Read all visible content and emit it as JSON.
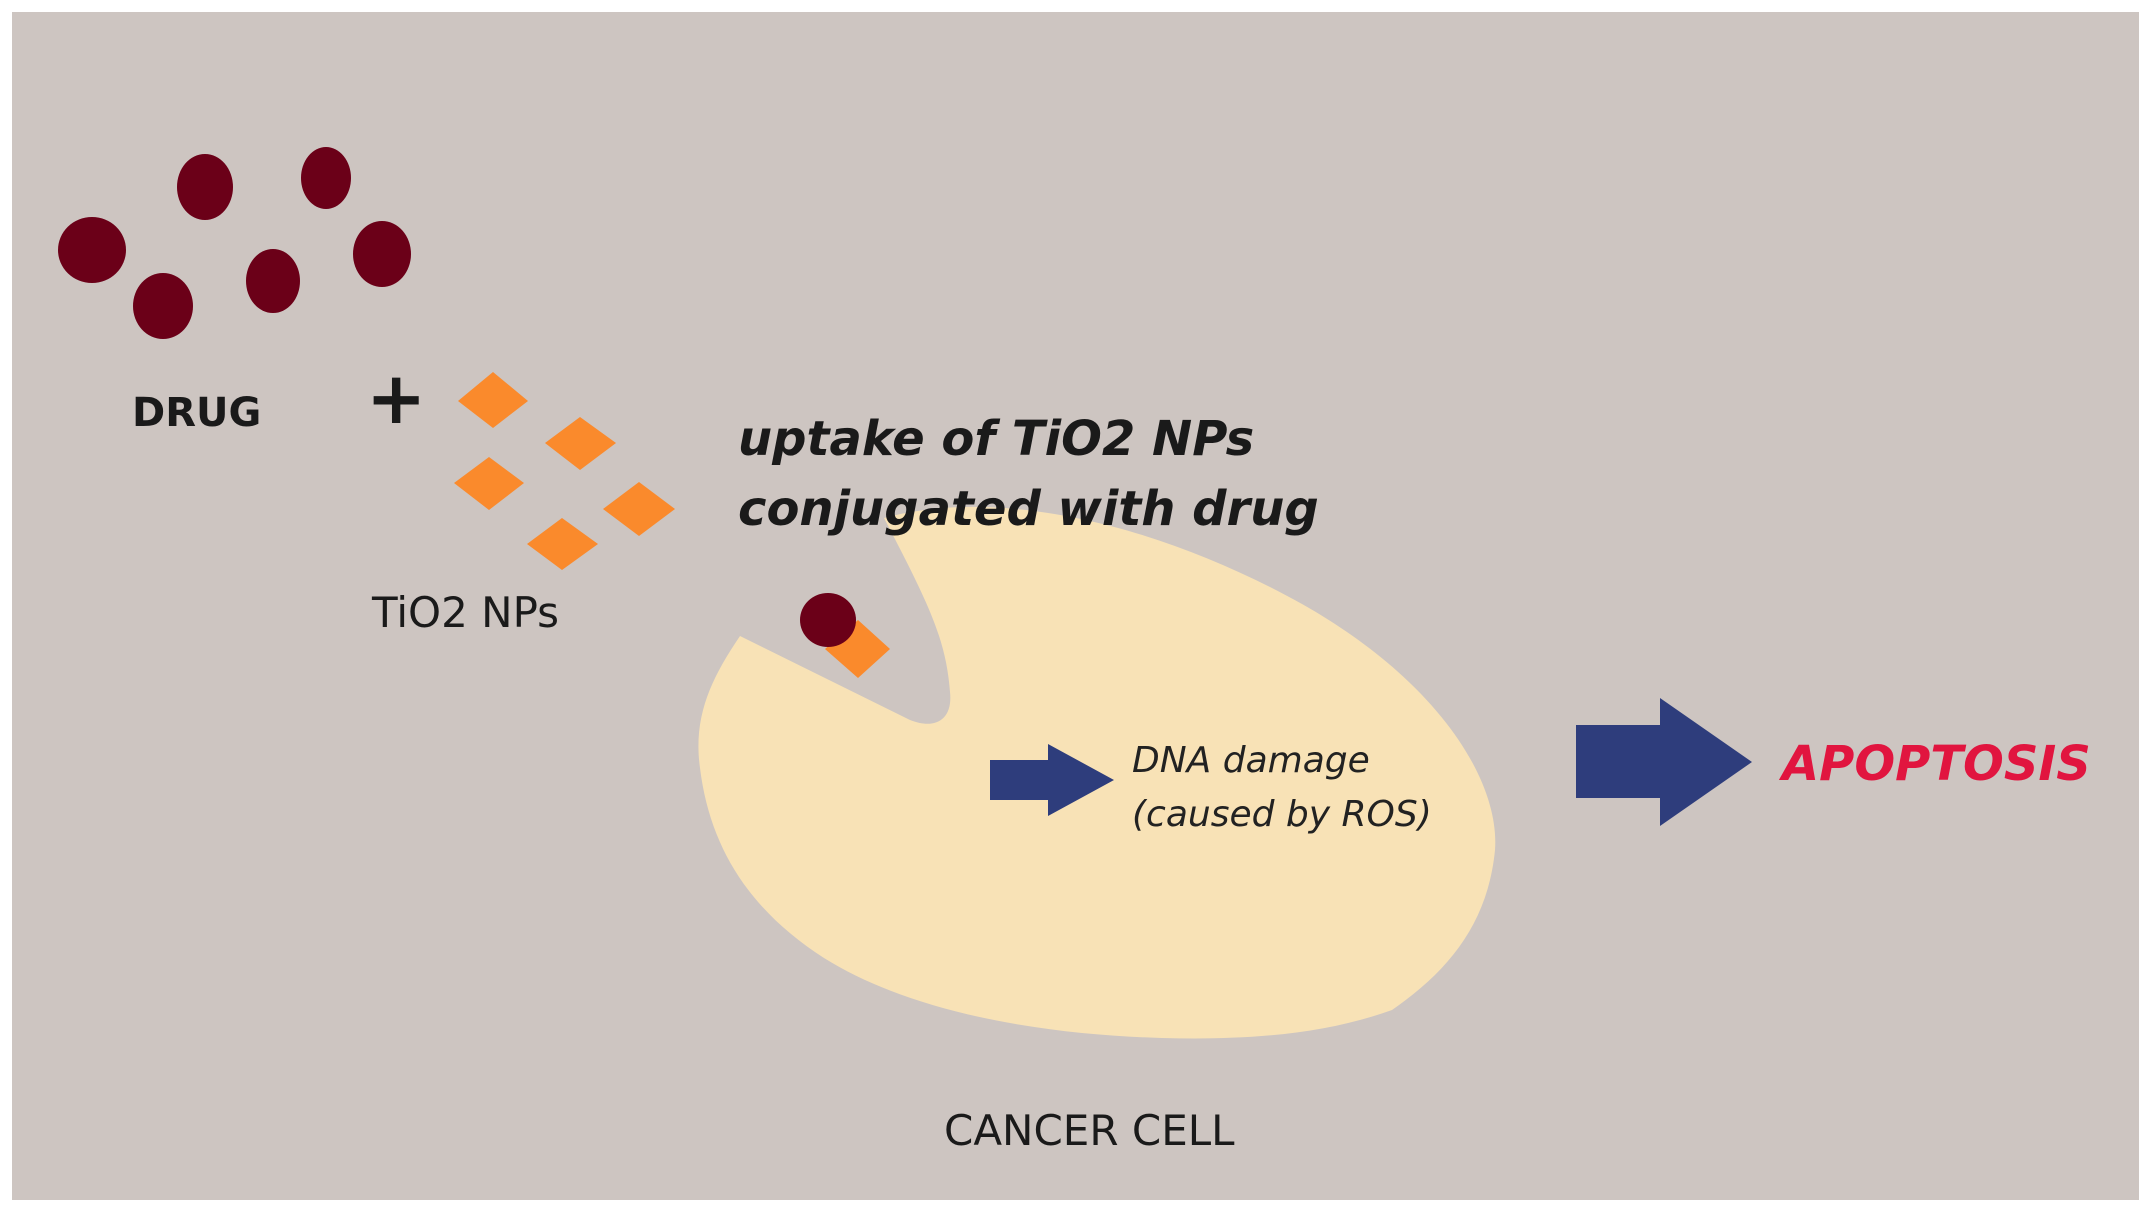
{
  "colors": {
    "page": "#ffffff",
    "background": "#cdc5c1",
    "drug": "#6b0018",
    "nanoparticle": "#fa8a2c",
    "cell": "#f8e2b6",
    "arrow": "#2e3d7c",
    "apoptosis": "#e1153f"
  },
  "labels": {
    "drug": "DRUG",
    "plus": "+",
    "nanoparticles": "TiO2 NPs",
    "uptake_line1": "uptake of TiO2 NPs",
    "uptake_line2": "conjugated with drug",
    "dna_line1": "DNA damage",
    "dna_line2": "(caused by ROS)",
    "apoptosis": "APOPTOSIS",
    "cancer_cell": "CANCER CELL"
  },
  "icons": {
    "drug": "dark-red-circle",
    "nanoparticle": "orange-diamond",
    "conjugate": "circle-on-diamond",
    "flow": "block-arrow-right"
  }
}
